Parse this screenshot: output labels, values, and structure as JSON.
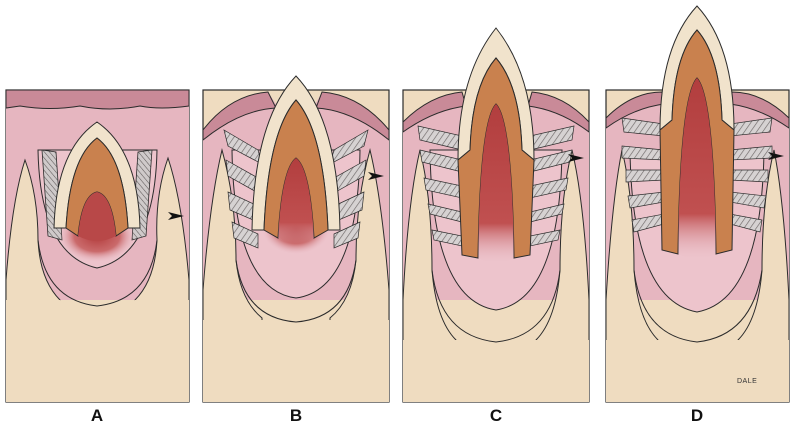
{
  "panels": [
    {
      "label": "A"
    },
    {
      "label": "B"
    },
    {
      "label": "C"
    },
    {
      "label": "D"
    }
  ],
  "signature": "DALE",
  "colors": {
    "bone": "#efdcc0",
    "gingiva": "#e6b6c0",
    "follicle": "#edc4cc",
    "gum_surface": "#c98a98",
    "enamel": "#f1e3cc",
    "dentin": "#c9814e",
    "pulp": "#b84848",
    "ligament": "#c7c3c3",
    "outline": "#2b2b2b"
  }
}
